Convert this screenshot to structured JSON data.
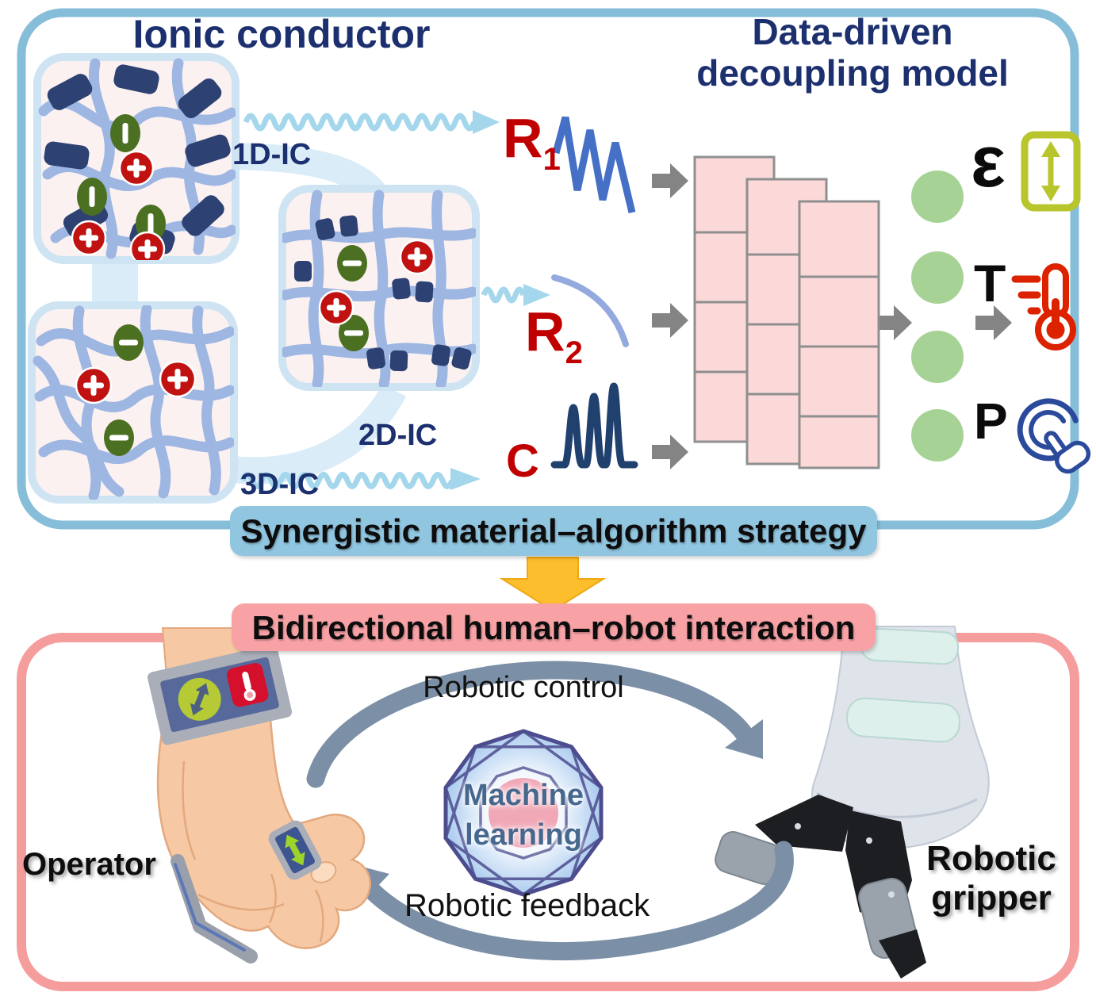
{
  "top": {
    "ionic_title": "Ionic conductor",
    "model_title_1": "Data-driven",
    "model_title_2": "decoupling model",
    "ic1": "1D-IC",
    "ic2": "2D-IC",
    "ic3": "3D-IC",
    "r_base": "R",
    "r1_sub": "1",
    "r2_sub": "2",
    "c_label": "C",
    "strain_symbol": "ε",
    "temp_symbol": "T",
    "pressure_symbol": "P"
  },
  "banners": {
    "strategy": "Synergistic material–algorithm strategy",
    "interaction": "Bidirectional human–robot interaction"
  },
  "bottom": {
    "control": "Robotic control",
    "feedback": "Robotic feedback",
    "ml1": "Machine",
    "ml2": "learning",
    "operator": "Operator",
    "gripper1": "Robotic",
    "gripper2": "gripper"
  },
  "icons": {
    "strain": "updown-arrow-in-frame",
    "temperature": "thermometer",
    "pressure": "touch-press-hand",
    "machine_learning": "gem-polygon-network",
    "wrist_sensors": "strain-circle-and-thermometer-patch",
    "finger_sensor": "strain-updown-arrow-patch"
  },
  "colors": {
    "navy_text": "#1c2f6e",
    "signal_red": "#c00000",
    "top_border": "#86bed9",
    "bottom_border": "#f59c9c",
    "strategy_banner": "#91c6e0",
    "interaction_banner": "#f8a2a6",
    "layer_pink": "#fcd9d9",
    "neuron_green": "#a6d395",
    "strain_green": "#b9c52c",
    "thermo_red": "#dd2200",
    "pressure_blue": "#2c4a9c",
    "arrow_yellow": "#fcbe2d",
    "cycle_gray": "#7b8fa6",
    "chain_blue": "#9db6e2",
    "rod_navy": "#2d4273",
    "wavy_blue": "#a5d7ec",
    "zigzag_blue": "#4570c6",
    "pulse_navy": "#20406e"
  }
}
